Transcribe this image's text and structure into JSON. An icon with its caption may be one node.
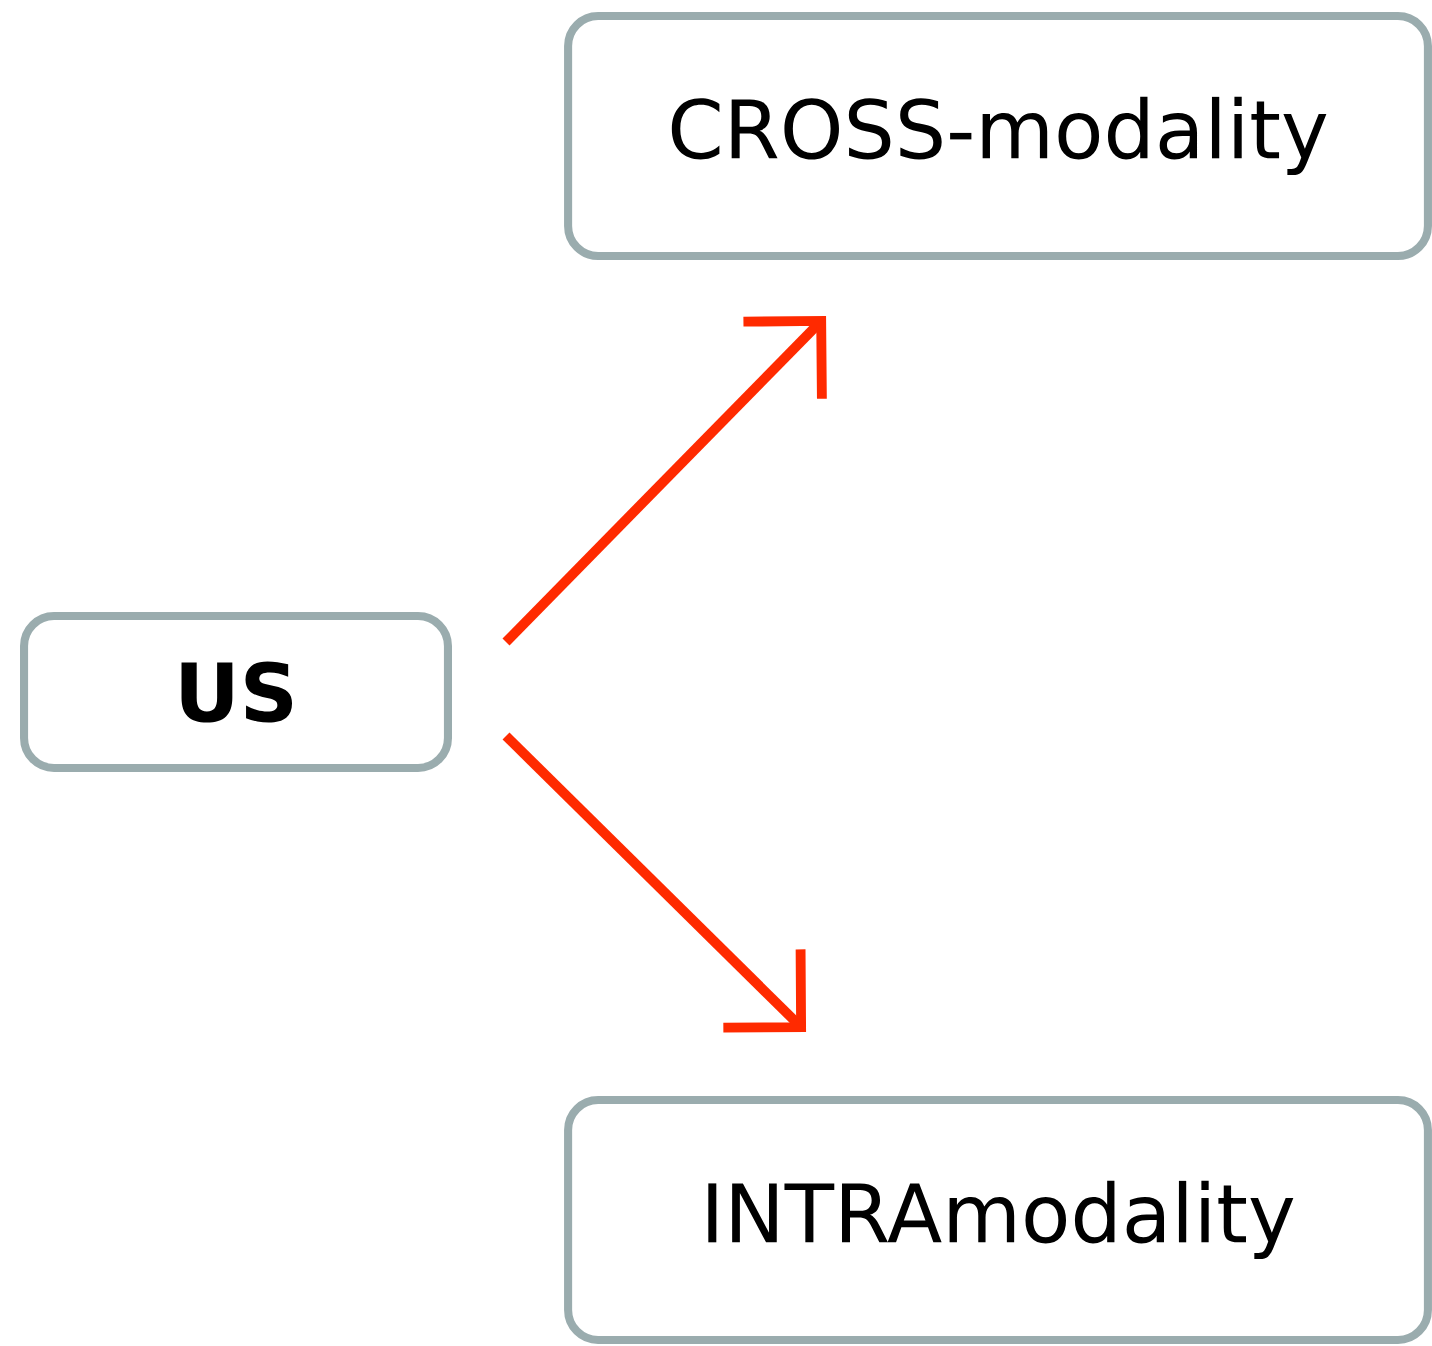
{
  "diagram": {
    "nodes": [
      {
        "text": [
          "**US**"
        ]
      },
      {
        "text": [
          "CROSS-modality"
        ]
      },
      {
        "text": [
          "INTRAmodality"
        ]
      }
    ],
    "edges": [
      {
        "from": 0,
        "to": 1,
        "arrow": "to"
      },
      {
        "from": 0,
        "to": 2,
        "arrow": "to"
      }
    ]
  }
}
